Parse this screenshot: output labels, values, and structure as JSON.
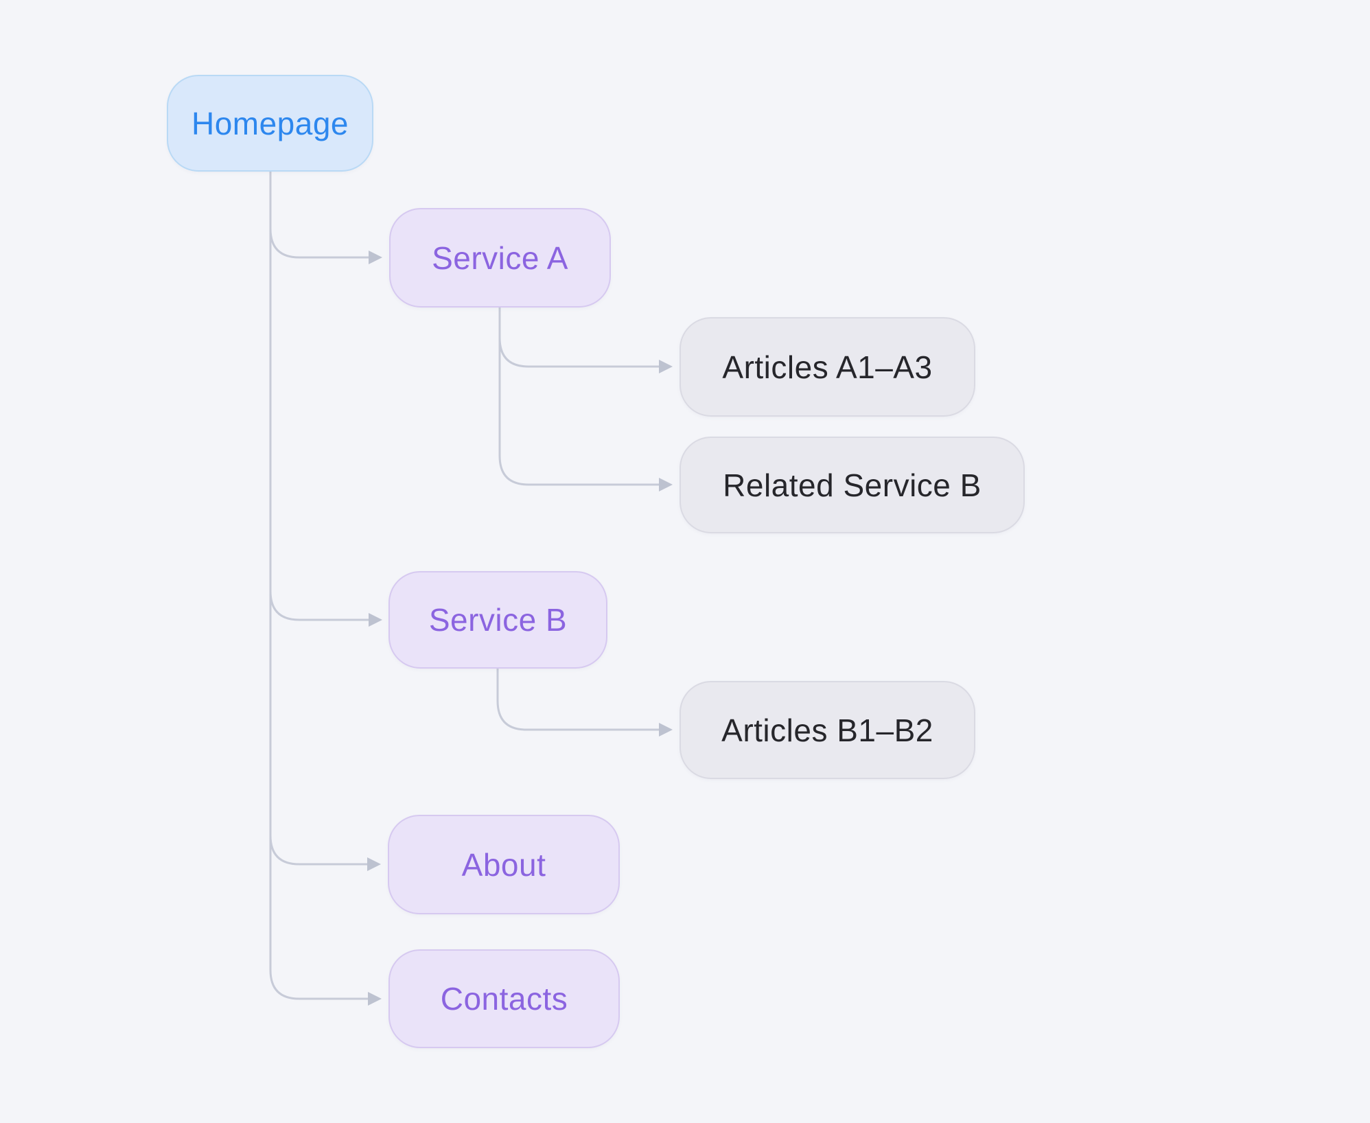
{
  "diagram": {
    "title": "Website sitemap flowchart",
    "nodes": [
      {
        "id": "homepage",
        "label": "Homepage",
        "role": "root",
        "color": "blue"
      },
      {
        "id": "service-a",
        "label": "Service A",
        "role": "section",
        "color": "purple"
      },
      {
        "id": "articles-a1-a3",
        "label": "Articles A1–A3",
        "role": "leaf",
        "color": "gray"
      },
      {
        "id": "related-service-b",
        "label": "Related Service B",
        "role": "leaf",
        "color": "gray"
      },
      {
        "id": "service-b",
        "label": "Service B",
        "role": "section",
        "color": "purple"
      },
      {
        "id": "articles-b1-b2",
        "label": "Articles B1–B2",
        "role": "leaf",
        "color": "gray"
      },
      {
        "id": "about",
        "label": "About",
        "role": "section",
        "color": "purple"
      },
      {
        "id": "contacts",
        "label": "Contacts",
        "role": "section",
        "color": "purple"
      }
    ],
    "edges": [
      {
        "from": "homepage",
        "to": "service-a"
      },
      {
        "from": "homepage",
        "to": "service-b"
      },
      {
        "from": "homepage",
        "to": "about"
      },
      {
        "from": "homepage",
        "to": "contacts"
      },
      {
        "from": "service-a",
        "to": "articles-a1-a3"
      },
      {
        "from": "service-a",
        "to": "related-service-b"
      },
      {
        "from": "service-b",
        "to": "articles-b1-b2"
      }
    ],
    "colors": {
      "background": "#f4f5f9",
      "connector": "#c7cbd8",
      "arrow": "#bdc2d0",
      "node_blue_fill": "#d9e8fb",
      "node_blue_border": "#b9d9f5",
      "node_blue_text": "#2d87ee",
      "node_purple_fill": "#eae3f9",
      "node_purple_border": "#d6c9f0",
      "node_purple_text": "#8b64e0",
      "node_gray_fill": "#e9e9ef",
      "node_gray_border": "#dadae3",
      "node_gray_text": "#26262b"
    }
  }
}
